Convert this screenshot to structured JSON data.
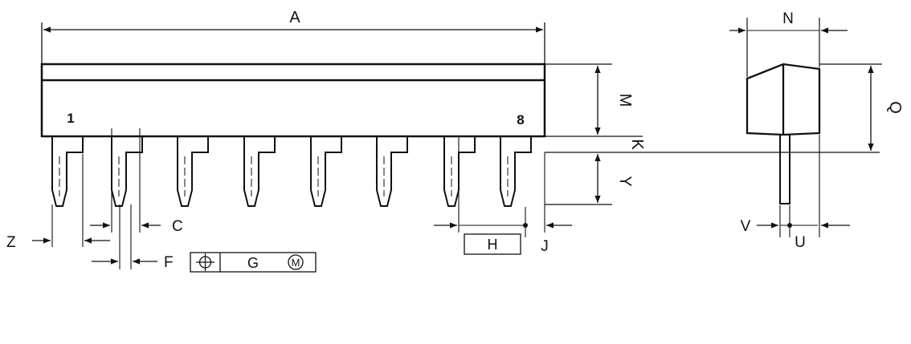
{
  "labels": {
    "A": "A",
    "M": "M",
    "K": "K",
    "Y": "Y",
    "N": "N",
    "Q": "Q",
    "C": "C",
    "Z": "Z",
    "F": "F",
    "G": "G",
    "H": "H",
    "J": "J",
    "V": "V",
    "U": "U",
    "pin_first": "1",
    "pin_last": "8",
    "tolerance_modifier": "M"
  },
  "colors": {
    "ink": "#111111",
    "background": "#ffffff"
  },
  "icons": {
    "position_tolerance": "position-tolerance-icon",
    "max_material": "circled-m-icon"
  }
}
